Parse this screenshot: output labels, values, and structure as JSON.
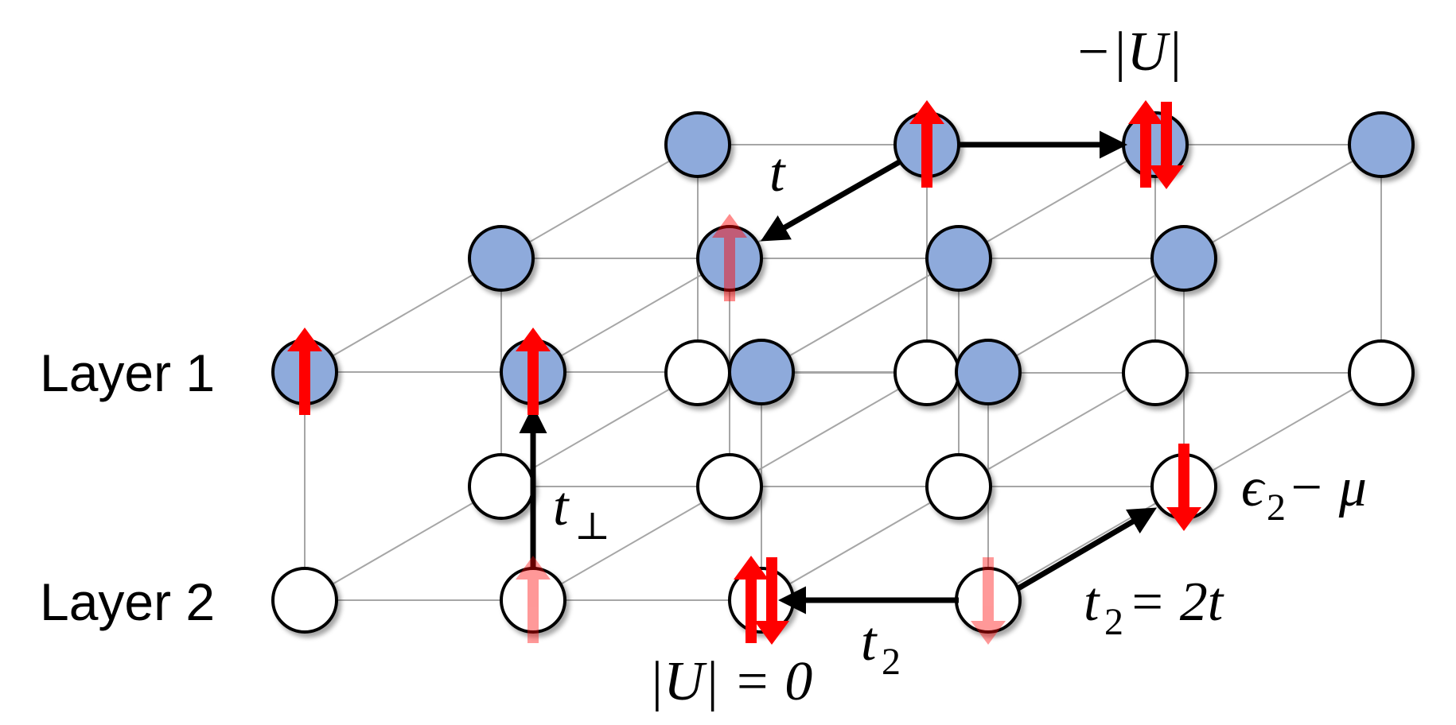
{
  "layers": {
    "layer1": "Layer 1",
    "layer2": "Layer 2"
  },
  "labels": {
    "t": "t",
    "t_perp_main": "t",
    "t_perp_sub": "⊥",
    "t2_main": "t",
    "t2_sub": "2",
    "t2_eq_main": "t",
    "t2_eq_sub": "2",
    "t2_eq_rest": " = 2t",
    "neg_U": "−|U|",
    "U_zero": "|U| = 0",
    "eps_main": "ϵ",
    "eps_sub": "2",
    "eps_rest": " − μ"
  },
  "colors": {
    "layer1_site": "#8eaadb",
    "layer2_site": "#ffffff",
    "spin_red": "#ff0000",
    "spin_faded": "#ff9999",
    "hop_arrow": "#000000",
    "grid_line": "#a6a6a6"
  }
}
